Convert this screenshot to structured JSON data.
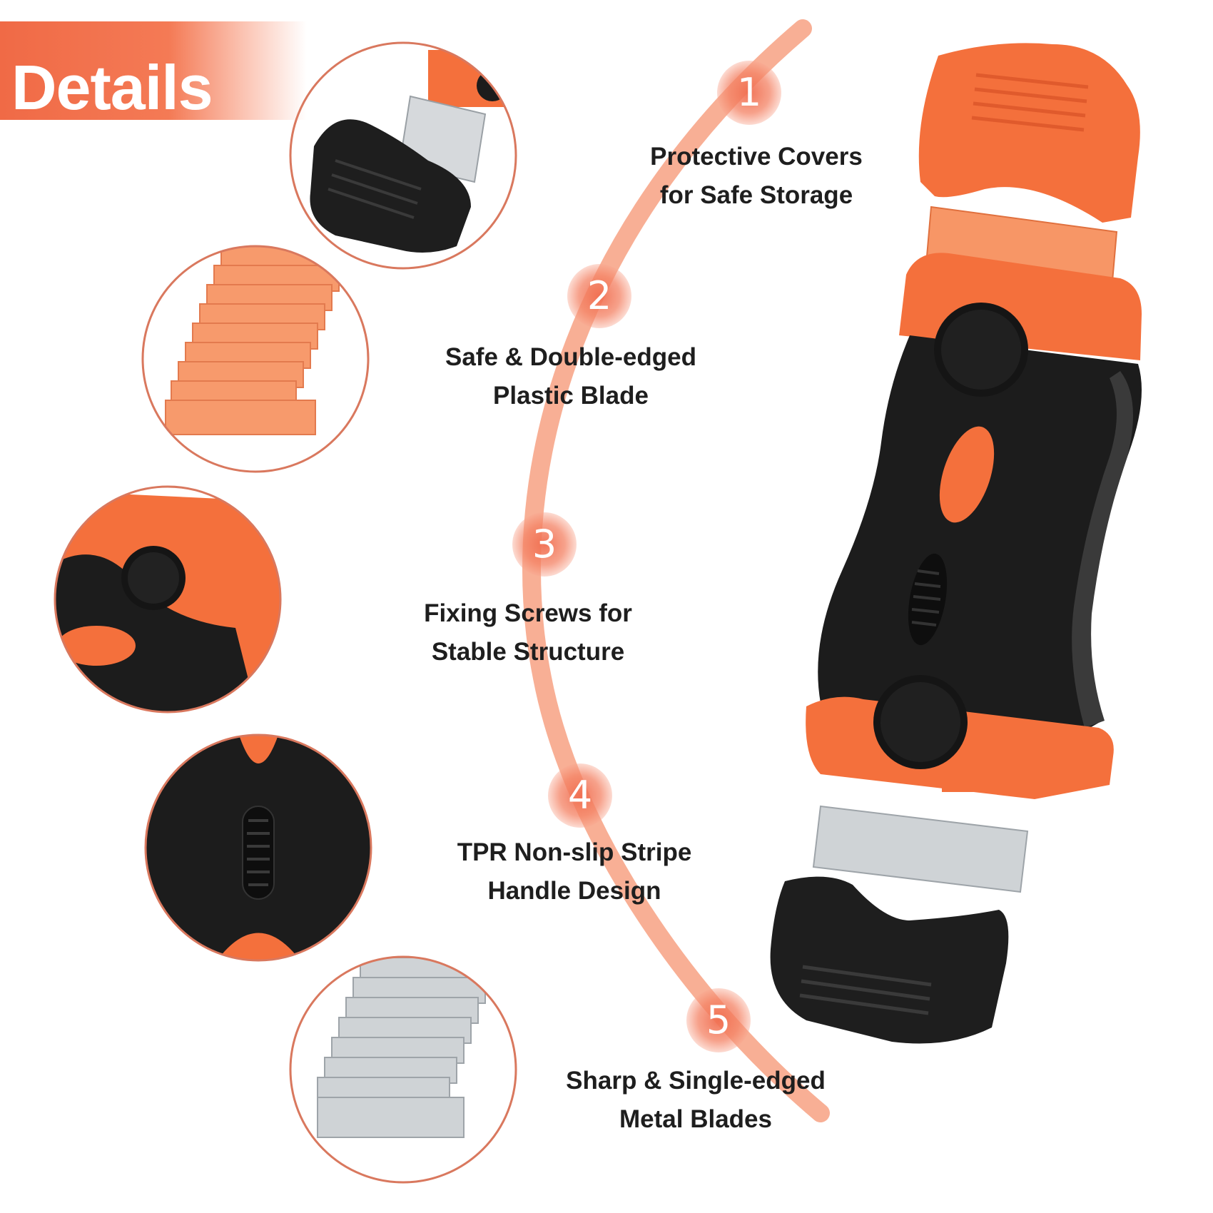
{
  "header": {
    "title": "Details"
  },
  "features": [
    {
      "number": "1",
      "line1": "Protective Covers",
      "line2": "for Safe Storage",
      "detail_icon": "black-protective-cover-and-blade"
    },
    {
      "number": "2",
      "line1": "Safe & Double-edged",
      "line2": "Plastic Blade",
      "detail_icon": "stacked-orange-plastic-blades"
    },
    {
      "number": "3",
      "line1": "Fixing Screws for",
      "line2": "Stable Structure",
      "detail_icon": "fixing-screw-closeup"
    },
    {
      "number": "4",
      "line1": "TPR Non-slip Stripe",
      "line2": "Handle Design",
      "detail_icon": "non-slip-handle-closeup"
    },
    {
      "number": "5",
      "line1": "Sharp & Single-edged",
      "line2": "Metal Blades",
      "detail_icon": "stacked-metal-blades"
    }
  ],
  "colors": {
    "accent_orange": "#f4703c",
    "arc_orange": "#f79a78",
    "handle_black": "#1c1c1c",
    "blade_steel": "#c9cdd0",
    "circle_border": "#d9785e"
  },
  "product_icon": "double-edged-razor-scraper"
}
